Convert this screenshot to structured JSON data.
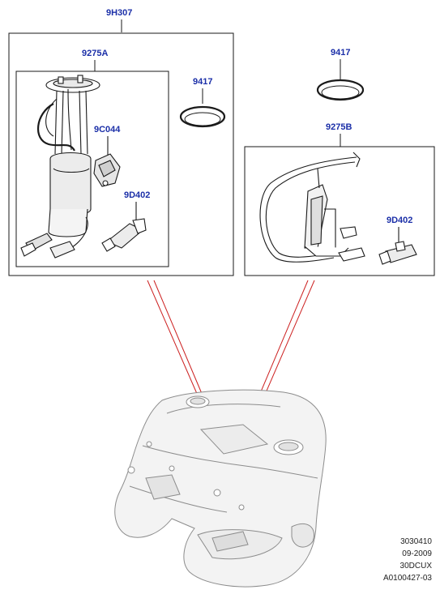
{
  "callouts": {
    "c9H307": "9H307",
    "c9275A": "9275A",
    "c9417_left": "9417",
    "c9C044": "9C044",
    "c9D402_left": "9D402",
    "c9417_right": "9417",
    "c9275B": "9275B",
    "c9D402_right": "9D402"
  },
  "reference": {
    "line1": "3030410",
    "line2": "09-2009",
    "line3": "30DCUX",
    "line4": "A0100427-03"
  },
  "colors": {
    "callout": "#1b2fa8",
    "leader": "#cc1f1f",
    "line": "#1a1a1a",
    "tank_fill": "#f3f3f3"
  }
}
